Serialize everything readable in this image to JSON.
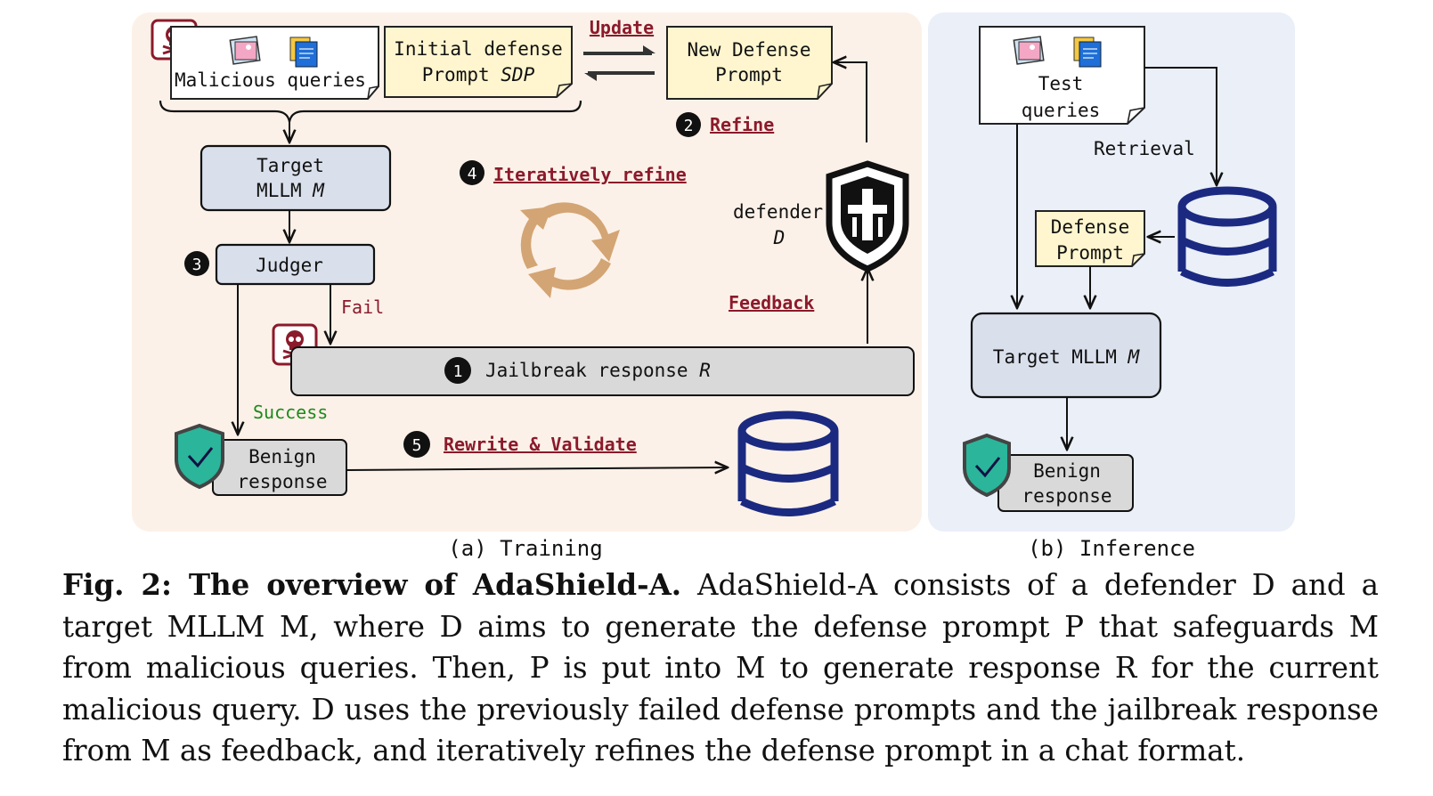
{
  "training": {
    "panel_label": "(a) Training",
    "malicious_queries": "Malicious queries",
    "initial_defense_line1": "Initial defense",
    "initial_defense_line2": "Prompt",
    "initial_defense_var": "SDP",
    "update": "Update",
    "new_defense_line1": "New Defense",
    "new_defense_line2": "Prompt",
    "step2_num": "2",
    "refine": "Refine",
    "target_line1": "Target",
    "target_line2": "MLLM",
    "target_var": "M",
    "step4_num": "4",
    "iteratively_refine": "Iteratively refine",
    "defender_label": "defender",
    "defender_var": "D",
    "step3_num": "3",
    "judger": "Judger",
    "fail": "Fail",
    "feedback": "Feedback",
    "step1_num": "1",
    "jailbreak_response": "Jailbreak response",
    "jailbreak_var": "R",
    "success": "Success",
    "benign_line1": "Benign",
    "benign_line2": "response",
    "step5_num": "5",
    "rewrite_validate": "Rewrite & Validate"
  },
  "inference": {
    "panel_label": "(b) Inference",
    "test_line1": "Test",
    "test_line2": "queries",
    "retrieval": "Retrieval",
    "defense_line1": "Defense",
    "defense_line2": "Prompt",
    "target": "Target MLLM",
    "target_var": "M",
    "benign_line1": "Benign",
    "benign_line2": "response"
  },
  "caption": {
    "title": "Fig. 2: The overview of AdaShield-A.",
    "body": "AdaShield-A consists of a defender D and a target MLLM M, where D aims to generate the defense prompt P that safeguards M from malicious queries. Then, P is put into M to generate response R for the current malicious query. D uses the previously failed defense prompts and the jailbreak response from M as feedback, and iteratively refines the defense prompt in a chat format."
  },
  "colors": {
    "training_bg": "#fcf1e8",
    "inference_bg": "#eaeff8",
    "box_blue": "#d9dfeb",
    "box_gray": "#d9d9d9",
    "note_yellow": "#fff6cf",
    "accent_red": "#8b1a2b",
    "success_green": "#1d8a1d",
    "db_navy": "#1b2a80",
    "shield_teal": "#2bb59a",
    "cycle_tan": "#d3a574"
  }
}
